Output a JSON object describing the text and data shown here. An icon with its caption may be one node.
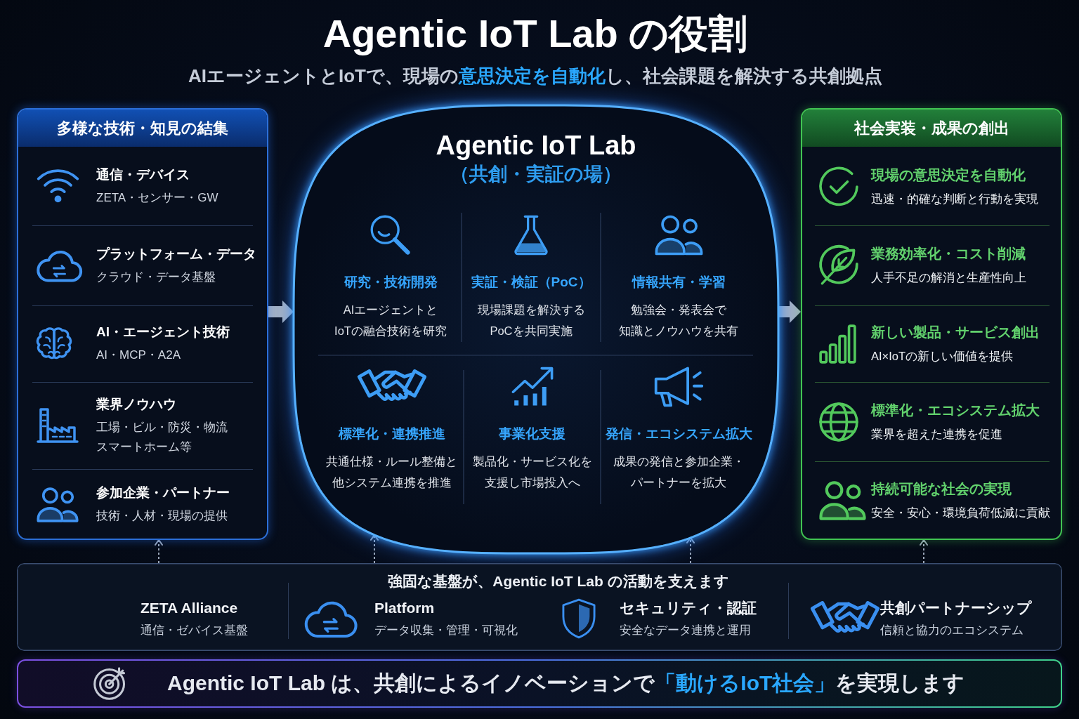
{
  "diagram": {
    "title": "Agentic IoT Lab の役割",
    "nodes": [
      {
        "text": [
          "多様な技術・知見の結集"
        ]
      },
      {
        "text": [
          "通信・デバイス",
          "ZETA・センサー・GW"
        ],
        "in": 0
      },
      {
        "text": [
          "プラットフォーム・データ",
          "クラウド・データ基盤"
        ],
        "in": 0
      },
      {
        "text": [
          "AI・エージェント技術",
          "AI・MCP・A2A"
        ],
        "in": 0
      },
      {
        "text": [
          "業界ノウハウ",
          "工場・ビル・防災・物流スマートホーム等"
        ],
        "in": 0
      },
      {
        "text": [
          "参加企業・パートナー",
          "技術・人材・現場の提供"
        ],
        "in": 0
      },
      {
        "text": [
          "Agentic IoT Lab",
          "（共創・実証の場）"
        ]
      },
      {
        "text": [
          "研究・技術開発",
          "AIエージェントとIoTの融合技術を研究"
        ],
        "in": 6
      },
      {
        "text": [
          "実証・検証（PoC）",
          "現場課題を解決するPoCを共同実施"
        ],
        "in": 6
      },
      {
        "text": [
          "情報共有・学習",
          "勉強会・発表会で知識とノウハウを共有"
        ],
        "in": 6
      },
      {
        "text": [
          "標準化・連携推進",
          "共通仕様・ルール整備と他システム連携を推進"
        ],
        "in": 6
      },
      {
        "text": [
          "事業化支援",
          "製品化・サービス化を支援し市場投入へ"
        ],
        "in": 6
      },
      {
        "text": [
          "発信・エコシステム拡大",
          "成果の発信と参加企業・パートナーを拡大"
        ],
        "in": 6
      },
      {
        "text": [
          "社会実装・成果の創出"
        ]
      },
      {
        "text": [
          "現場の意思決定を自動化",
          "迅速・的確な判断と行動を実現"
        ],
        "in": 13
      },
      {
        "text": [
          "業務効率化・コスト削減",
          "人手不足の解消と生産性向上"
        ],
        "in": 13
      },
      {
        "text": [
          "新しい製品・サービス創出",
          "AI×IoTの新しい価値を提供"
        ],
        "in": 13
      },
      {
        "text": [
          "標準化・エコシステム拡大",
          "業界を超えた連携を促進"
        ],
        "in": 13
      },
      {
        "text": [
          "持続可能な社会の実現",
          "安全・安心・環境負荷低減に貢献"
        ],
        "in": 13
      },
      {
        "text": [
          "強固な基盤が、Agentic IoT Lab の活動を支えます"
        ]
      },
      {
        "text": [
          "ZETA Alliance",
          "通信・ゼバイス基盤"
        ],
        "in": 19
      },
      {
        "text": [
          "Platform",
          "データ収集・管理・可視化"
        ],
        "in": 19
      },
      {
        "text": [
          "セキュリティ・認証",
          "安全なデータ連携と運用"
        ],
        "in": 19
      },
      {
        "text": [
          "共創パートナーシップ",
          "信頼と協力のエコシステム"
        ],
        "in": 19
      },
      {
        "text": [
          "Agentic IoT Lab は、共創によるイノベーションで**「動けるIoT社会」**を実現します"
        ]
      }
    ],
    "edges": [
      {
        "from": 0,
        "to": 6,
        "arrow": "to",
        "style": "thick"
      },
      {
        "from": 6,
        "to": 13,
        "arrow": "to",
        "style": "thick"
      },
      {
        "from": 19,
        "to": 0,
        "arrow": "to",
        "style": "dashed"
      },
      {
        "from": 19,
        "to": 6,
        "arrow": "to",
        "style": "dashed"
      },
      {
        "from": 19,
        "to": 6,
        "arrow": "to",
        "style": "dashed"
      },
      {
        "from": 19,
        "to": 13,
        "arrow": "to",
        "style": "dashed"
      }
    ],
    "labels": [
      "AIエージェントとIoTで、現場の**意思決定を自動化**し、社会課題を解決する共創拠点"
    ]
  }
}
